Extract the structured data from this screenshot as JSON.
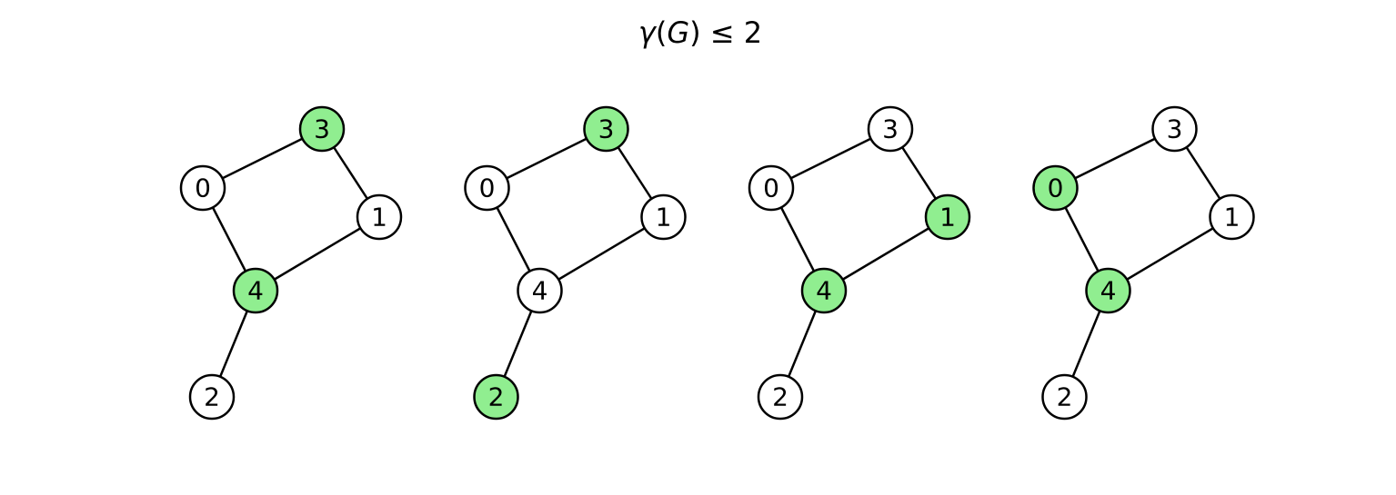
{
  "title": {
    "gamma": "γ",
    "open": "(",
    "G": "G",
    "close_rel": ") ≤ 2"
  },
  "graph": {
    "nodes": [
      "0",
      "1",
      "2",
      "3",
      "4"
    ],
    "edges": [
      [
        "0",
        "3"
      ],
      [
        "3",
        "1"
      ],
      [
        "0",
        "4"
      ],
      [
        "1",
        "4"
      ],
      [
        "4",
        "2"
      ]
    ]
  },
  "panels": [
    {
      "dominating_set": [
        "3",
        "4"
      ]
    },
    {
      "dominating_set": [
        "3",
        "2"
      ]
    },
    {
      "dominating_set": [
        "1",
        "4"
      ]
    },
    {
      "dominating_set": [
        "0",
        "4"
      ]
    }
  ],
  "colors": {
    "highlight": "#90ee90",
    "default": "#ffffff",
    "stroke": "#000000"
  }
}
